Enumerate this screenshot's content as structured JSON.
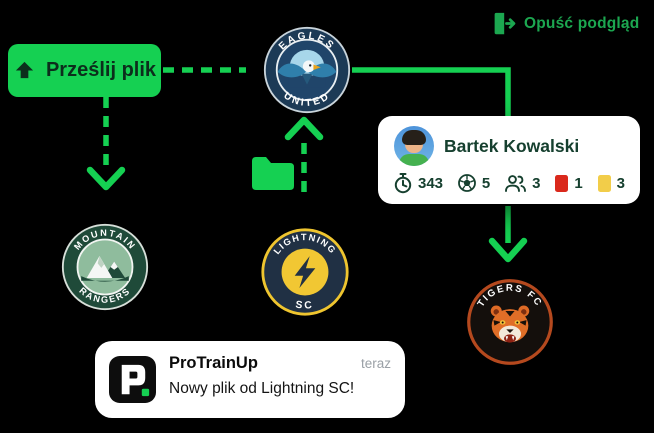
{
  "colors": {
    "background": "#000000",
    "accent_green": "#15D052",
    "header_green": "#1CA750",
    "dark_text": "#16402F",
    "red_card": "#DA291C",
    "yellow_card": "#F2CD49"
  },
  "header": {
    "leave_preview_label": "Opuść podgląd"
  },
  "upload_button": {
    "label": "Prześlij plik"
  },
  "badges": {
    "eagles": {
      "top_text": "EAGLES",
      "bottom_text": "UNITED"
    },
    "rangers": {
      "top_text": "MOUNTAIN",
      "bottom_text": "RANGERS"
    },
    "lightning": {
      "top_text": "LIGHTNING",
      "bottom_text": "SC"
    },
    "tigers": {
      "top_text": "TIGERS FC"
    }
  },
  "player_card": {
    "name": "Bartek Kowalski",
    "stats": [
      {
        "icon": "stopwatch-icon",
        "value": "343"
      },
      {
        "icon": "soccer-ball-icon",
        "value": "5"
      },
      {
        "icon": "players-icon",
        "value": "3"
      },
      {
        "icon": "red-card-icon",
        "value": "1"
      },
      {
        "icon": "yellow-card-icon",
        "value": "3"
      }
    ]
  },
  "notification": {
    "app_name": "ProTrainUp",
    "timestamp": "teraz",
    "message": "Nowy plik od Lightning SC!"
  }
}
